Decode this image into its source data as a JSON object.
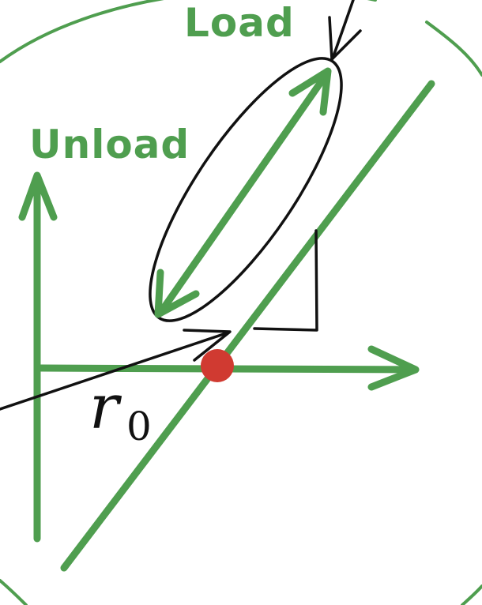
{
  "labels": {
    "load": "Load",
    "unload": "Unload",
    "r_symbol": "r",
    "r_subscript": "0"
  },
  "colors": {
    "green": "#4f9e4f",
    "black": "#111111",
    "red": "#d03a31",
    "background": "#ffffff"
  }
}
